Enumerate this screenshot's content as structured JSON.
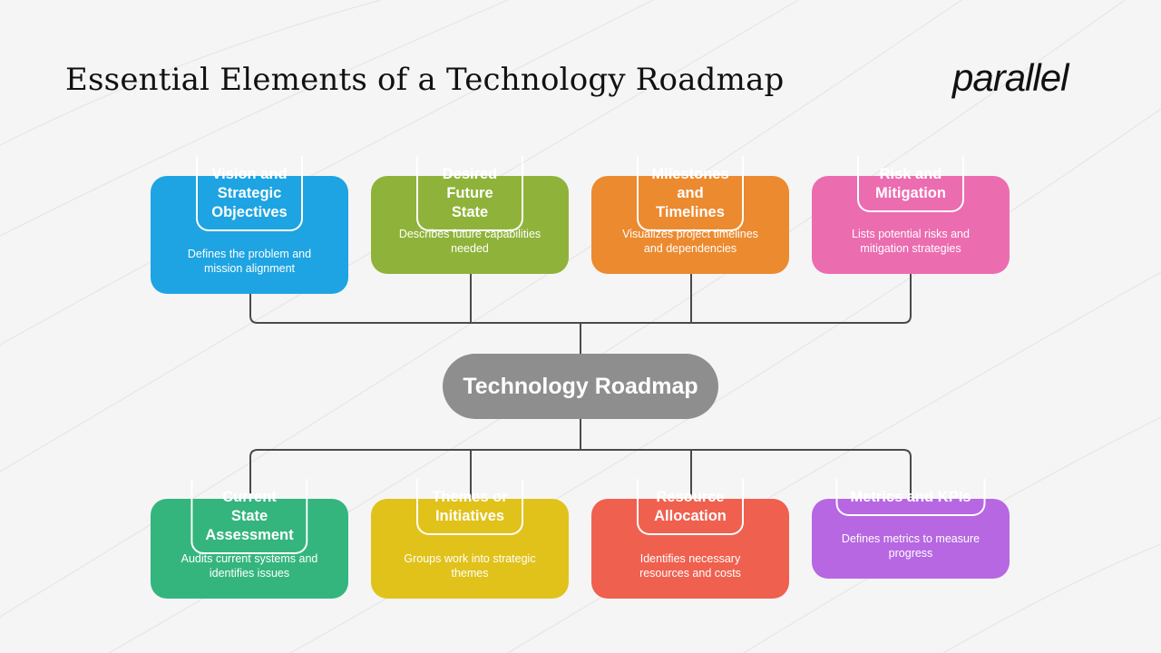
{
  "title": "Essential Elements of a Technology Roadmap",
  "logo_text": "parallel",
  "center": {
    "label": "Technology Roadmap",
    "color": "#8e8e8e"
  },
  "top_cards": [
    {
      "title": "Vision and\nStrategic\nObjectives",
      "description": "Defines the problem and\nmission alignment",
      "color": "#1ea4e2"
    },
    {
      "title": "Desired Future\nState",
      "description": "Describes future capabilities\nneeded",
      "color": "#8fb33a"
    },
    {
      "title": "Milestones and\nTimelines",
      "description": "Visualizes project timelines\nand dependencies",
      "color": "#ec8a2f"
    },
    {
      "title": "Risk and\nMitigation",
      "description": "Lists potential risks and\nmitigation strategies",
      "color": "#ec6cb0"
    }
  ],
  "bottom_cards": [
    {
      "title": "Current State\nAssessment",
      "description": "Audits current systems and\nidentifies issues",
      "color": "#35b57e"
    },
    {
      "title": "Themes or\nInitiatives",
      "description": "Groups work into strategic\nthemes",
      "color": "#e1c21a"
    },
    {
      "title": "Resource\nAllocation",
      "description": "Identifies necessary\nresources and costs",
      "color": "#f0604f"
    },
    {
      "title": "Metrics and KPIs",
      "description": "Defines metrics to measure\nprogress",
      "color": "#b767e2"
    }
  ]
}
